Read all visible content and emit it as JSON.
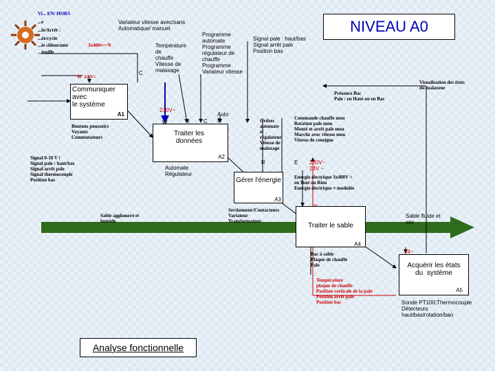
{
  "title": "NIVEAU A0",
  "top_left": {
    "line1": "Vi... EN/ HORS",
    "line2": "...e",
    "line3": "...le/Arrêt :",
    "line4": "...ée/cycle",
    "line5": "...ie chleurante",
    "line6": "...teuille",
    "voltage": "3x400v=~N",
    "w_label": "W  24 V="
  },
  "variateur_top": "Variateur vitesse avec/sans\nAutomatique/ manuel",
  "temperature_text": "Température\nde\nchauffe\nVitesse de\nmalaxage",
  "c_top": "C",
  "programme_text": "Programme\nautomate\nProgramme\nrégulateur de\nchauffe\nProgramme\nVariateur vitesse",
  "signal_top": "Signal pale : haut/bas\nSignal arrêt pale\nPosition bas",
  "visualisation": "Visualisation des états\ndu malaxeur",
  "presence": "Présence Bac\nPale : en Haut ou en Bas",
  "a1_box": {
    "text": "Communiquer\navec\nle système",
    "label": "A1"
  },
  "boutons": "Boutons poussoirs\nVoyants\nCommutateurs",
  "signal_left": "Signal 0-10 V !\nSignal pale : haut/bas\nSignal arrêt pale\nSignal thermocouple\nPosition bas",
  "sable_left": "Sable agglomeré et\nhumide",
  "v230_top": "230V~",
  "w_mid": "W",
  "r_mid": "R",
  "c_mid": "C",
  "auto_label": "Auto\nE",
  "a2_box": {
    "text": "Traiter les\ndonnées",
    "label": "A2"
  },
  "automate": "Automate\nRégulateur",
  "ordres": "Ordres\nautomate\net\nrégulateur\nVitesse de\nmalaxage",
  "r_ordres": "R",
  "e_label": "E",
  "v230_right": "230V~\n24V ~",
  "commande": "Commande chauffe mou\nRotation pale mou\nMonté et arrêt pale mou\nMarche avec vitesse mou\nVitesse de consigne",
  "a3_box": {
    "text": "Gérer l'énergie",
    "label": "A3"
  },
  "energie": "Energie électrique 3x400V =\nen Tout ou Rien\nEnergie électrique ≈ modulée",
  "sectionneur": "Sectionneur/Contacteurs\nVariateur\nTransformateur",
  "w_a3": "W",
  "a4_box": {
    "text": "Traiter le sable",
    "label": "A4"
  },
  "sable_right": "Sable fluide et\nsec",
  "bac": "Bac à sable\nPlaque de chauffe\nPale",
  "v24_right": "24~\nW",
  "a5_box": {
    "text": "Acquérir les états\ndu  système",
    "label": "A5"
  },
  "temperature_bottom": "Température\nplaque de chauffe\nPosition verticale de la pale\nPosition arrêt pale\nPosition bas",
  "sonde": "Sonde PT100;Thermocouple\nDétecteurs\nhaut/bas/rotation/bao",
  "footer_title": "Analyse fonctionnelle",
  "colors": {
    "arrow_green": "#2e6b1c",
    "accent_blue": "#0000b0",
    "accent_red": "#cc0000"
  }
}
